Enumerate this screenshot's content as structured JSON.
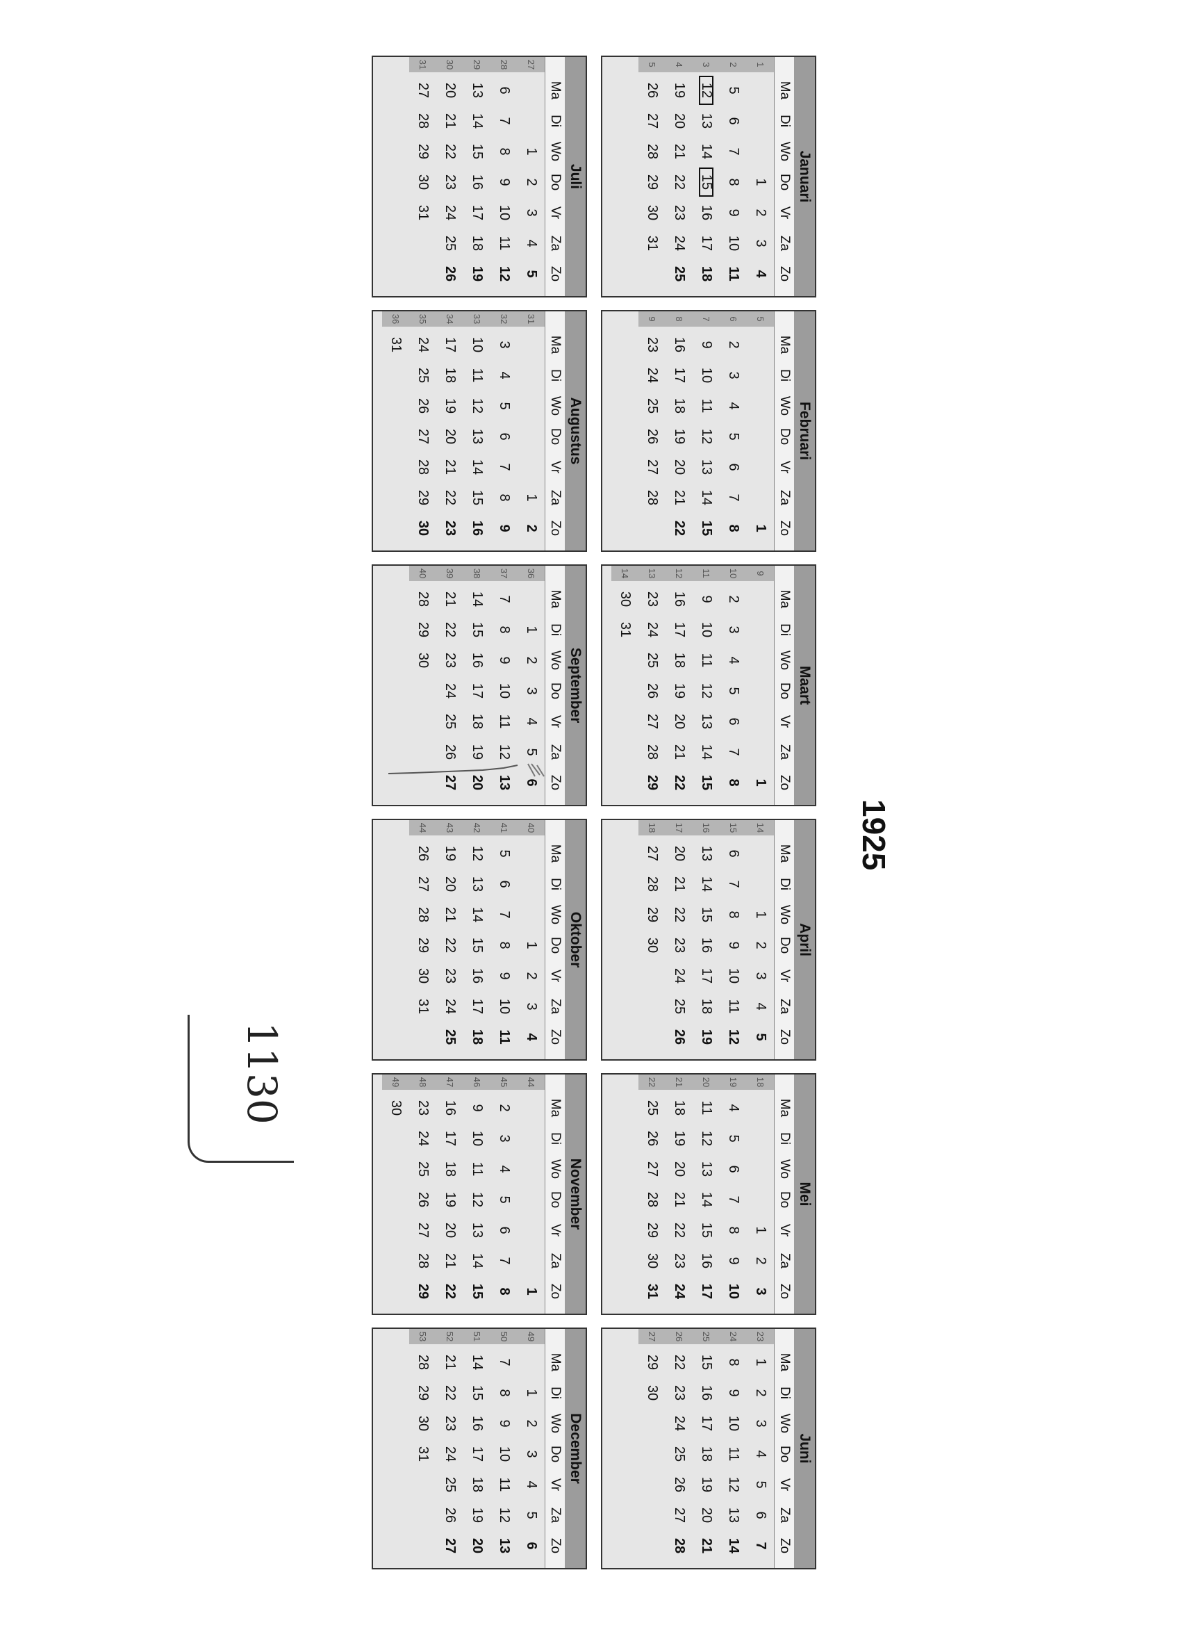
{
  "year": "1925",
  "weekday_labels": [
    "Ma",
    "Di",
    "Wo",
    "Do",
    "Vr",
    "Za",
    "Zo"
  ],
  "months": [
    {
      "name": "Januari",
      "weeks": [
        {
          "wn": "1",
          "days": [
            "",
            "",
            "",
            "1",
            "2",
            "3",
            "4"
          ]
        },
        {
          "wn": "2",
          "days": [
            "5",
            "6",
            "7",
            "8",
            "9",
            "10",
            "11"
          ]
        },
        {
          "wn": "3",
          "days": [
            "12",
            "13",
            "14",
            "15",
            "16",
            "17",
            "18"
          ]
        },
        {
          "wn": "4",
          "days": [
            "19",
            "20",
            "21",
            "22",
            "23",
            "24",
            "25"
          ]
        },
        {
          "wn": "5",
          "days": [
            "26",
            "27",
            "28",
            "29",
            "30",
            "31",
            ""
          ]
        }
      ]
    },
    {
      "name": "Februari",
      "weeks": [
        {
          "wn": "5",
          "days": [
            "",
            "",
            "",
            "",
            "",
            "",
            "1"
          ]
        },
        {
          "wn": "6",
          "days": [
            "2",
            "3",
            "4",
            "5",
            "6",
            "7",
            "8"
          ]
        },
        {
          "wn": "7",
          "days": [
            "9",
            "10",
            "11",
            "12",
            "13",
            "14",
            "15"
          ]
        },
        {
          "wn": "8",
          "days": [
            "16",
            "17",
            "18",
            "19",
            "20",
            "21",
            "22"
          ]
        },
        {
          "wn": "9",
          "days": [
            "23",
            "24",
            "25",
            "26",
            "27",
            "28",
            ""
          ]
        }
      ]
    },
    {
      "name": "Maart",
      "weeks": [
        {
          "wn": "9",
          "days": [
            "",
            "",
            "",
            "",
            "",
            "",
            "1"
          ]
        },
        {
          "wn": "10",
          "days": [
            "2",
            "3",
            "4",
            "5",
            "6",
            "7",
            "8"
          ]
        },
        {
          "wn": "11",
          "days": [
            "9",
            "10",
            "11",
            "12",
            "13",
            "14",
            "15"
          ]
        },
        {
          "wn": "12",
          "days": [
            "16",
            "17",
            "18",
            "19",
            "20",
            "21",
            "22"
          ]
        },
        {
          "wn": "13",
          "days": [
            "23",
            "24",
            "25",
            "26",
            "27",
            "28",
            "29"
          ]
        },
        {
          "wn": "14",
          "days": [
            "30",
            "31",
            "",
            "",
            "",
            "",
            ""
          ]
        }
      ]
    },
    {
      "name": "April",
      "weeks": [
        {
          "wn": "14",
          "days": [
            "",
            "",
            "1",
            "2",
            "3",
            "4",
            "5"
          ]
        },
        {
          "wn": "15",
          "days": [
            "6",
            "7",
            "8",
            "9",
            "10",
            "11",
            "12"
          ]
        },
        {
          "wn": "16",
          "days": [
            "13",
            "14",
            "15",
            "16",
            "17",
            "18",
            "19"
          ]
        },
        {
          "wn": "17",
          "days": [
            "20",
            "21",
            "22",
            "23",
            "24",
            "25",
            "26"
          ]
        },
        {
          "wn": "18",
          "days": [
            "27",
            "28",
            "29",
            "30",
            "",
            "",
            ""
          ]
        }
      ]
    },
    {
      "name": "Mei",
      "weeks": [
        {
          "wn": "18",
          "days": [
            "",
            "",
            "",
            "",
            "1",
            "2",
            "3"
          ]
        },
        {
          "wn": "19",
          "days": [
            "4",
            "5",
            "6",
            "7",
            "8",
            "9",
            "10"
          ]
        },
        {
          "wn": "20",
          "days": [
            "11",
            "12",
            "13",
            "14",
            "15",
            "16",
            "17"
          ]
        },
        {
          "wn": "21",
          "days": [
            "18",
            "19",
            "20",
            "21",
            "22",
            "23",
            "24"
          ]
        },
        {
          "wn": "22",
          "days": [
            "25",
            "26",
            "27",
            "28",
            "29",
            "30",
            "31"
          ]
        }
      ]
    },
    {
      "name": "Juni",
      "weeks": [
        {
          "wn": "23",
          "days": [
            "1",
            "2",
            "3",
            "4",
            "5",
            "6",
            "7"
          ]
        },
        {
          "wn": "24",
          "days": [
            "8",
            "9",
            "10",
            "11",
            "12",
            "13",
            "14"
          ]
        },
        {
          "wn": "25",
          "days": [
            "15",
            "16",
            "17",
            "18",
            "19",
            "20",
            "21"
          ]
        },
        {
          "wn": "26",
          "days": [
            "22",
            "23",
            "24",
            "25",
            "26",
            "27",
            "28"
          ]
        },
        {
          "wn": "27",
          "days": [
            "29",
            "30",
            "",
            "",
            "",
            "",
            ""
          ]
        }
      ]
    },
    {
      "name": "Juli",
      "weeks": [
        {
          "wn": "27",
          "days": [
            "",
            "",
            "1",
            "2",
            "3",
            "4",
            "5"
          ]
        },
        {
          "wn": "28",
          "days": [
            "6",
            "7",
            "8",
            "9",
            "10",
            "11",
            "12"
          ]
        },
        {
          "wn": "29",
          "days": [
            "13",
            "14",
            "15",
            "16",
            "17",
            "18",
            "19"
          ]
        },
        {
          "wn": "30",
          "days": [
            "20",
            "21",
            "22",
            "23",
            "24",
            "25",
            "26"
          ]
        },
        {
          "wn": "31",
          "days": [
            "27",
            "28",
            "29",
            "30",
            "31",
            "",
            ""
          ]
        }
      ]
    },
    {
      "name": "Augustus",
      "weeks": [
        {
          "wn": "31",
          "days": [
            "",
            "",
            "",
            "",
            "",
            "1",
            "2"
          ]
        },
        {
          "wn": "32",
          "days": [
            "3",
            "4",
            "5",
            "6",
            "7",
            "8",
            "9"
          ]
        },
        {
          "wn": "33",
          "days": [
            "10",
            "11",
            "12",
            "13",
            "14",
            "15",
            "16"
          ]
        },
        {
          "wn": "34",
          "days": [
            "17",
            "18",
            "19",
            "20",
            "21",
            "22",
            "23"
          ]
        },
        {
          "wn": "35",
          "days": [
            "24",
            "25",
            "26",
            "27",
            "28",
            "29",
            "30"
          ]
        },
        {
          "wn": "36",
          "days": [
            "31",
            "",
            "",
            "",
            "",
            "",
            ""
          ]
        }
      ]
    },
    {
      "name": "September",
      "weeks": [
        {
          "wn": "36",
          "days": [
            "",
            "1",
            "2",
            "3",
            "4",
            "5",
            "6"
          ]
        },
        {
          "wn": "37",
          "days": [
            "7",
            "8",
            "9",
            "10",
            "11",
            "12",
            "13"
          ]
        },
        {
          "wn": "38",
          "days": [
            "14",
            "15",
            "16",
            "17",
            "18",
            "19",
            "20"
          ]
        },
        {
          "wn": "39",
          "days": [
            "21",
            "22",
            "23",
            "24",
            "25",
            "26",
            "27"
          ]
        },
        {
          "wn": "40",
          "days": [
            "28",
            "29",
            "30",
            "",
            "",
            "",
            ""
          ]
        }
      ]
    },
    {
      "name": "Oktober",
      "weeks": [
        {
          "wn": "40",
          "days": [
            "",
            "",
            "",
            "1",
            "2",
            "3",
            "4"
          ]
        },
        {
          "wn": "41",
          "days": [
            "5",
            "6",
            "7",
            "8",
            "9",
            "10",
            "11"
          ]
        },
        {
          "wn": "42",
          "days": [
            "12",
            "13",
            "14",
            "15",
            "16",
            "17",
            "18"
          ]
        },
        {
          "wn": "43",
          "days": [
            "19",
            "20",
            "21",
            "22",
            "23",
            "24",
            "25"
          ]
        },
        {
          "wn": "44",
          "days": [
            "26",
            "27",
            "28",
            "29",
            "30",
            "31",
            ""
          ]
        }
      ]
    },
    {
      "name": "November",
      "weeks": [
        {
          "wn": "44",
          "days": [
            "",
            "",
            "",
            "",
            "",
            "",
            "1"
          ]
        },
        {
          "wn": "45",
          "days": [
            "2",
            "3",
            "4",
            "5",
            "6",
            "7",
            "8"
          ]
        },
        {
          "wn": "46",
          "days": [
            "9",
            "10",
            "11",
            "12",
            "13",
            "14",
            "15"
          ]
        },
        {
          "wn": "47",
          "days": [
            "16",
            "17",
            "18",
            "19",
            "20",
            "21",
            "22"
          ]
        },
        {
          "wn": "48",
          "days": [
            "23",
            "24",
            "25",
            "26",
            "27",
            "28",
            "29"
          ]
        },
        {
          "wn": "49",
          "days": [
            "30",
            "",
            "",
            "",
            "",
            "",
            ""
          ]
        }
      ]
    },
    {
      "name": "December",
      "weeks": [
        {
          "wn": "49",
          "days": [
            "",
            "1",
            "2",
            "3",
            "4",
            "5",
            "6"
          ]
        },
        {
          "wn": "50",
          "days": [
            "7",
            "8",
            "9",
            "10",
            "11",
            "12",
            "13"
          ]
        },
        {
          "wn": "51",
          "days": [
            "14",
            "15",
            "16",
            "17",
            "18",
            "19",
            "20"
          ]
        },
        {
          "wn": "52",
          "days": [
            "21",
            "22",
            "23",
            "24",
            "25",
            "26",
            "27"
          ]
        },
        {
          "wn": "53",
          "days": [
            "28",
            "29",
            "30",
            "31",
            "",
            "",
            ""
          ]
        }
      ]
    }
  ],
  "marked_days": [
    {
      "month": "Januari",
      "day": "12"
    },
    {
      "month": "Januari",
      "day": "15"
    }
  ],
  "handwritten_note": "1130"
}
